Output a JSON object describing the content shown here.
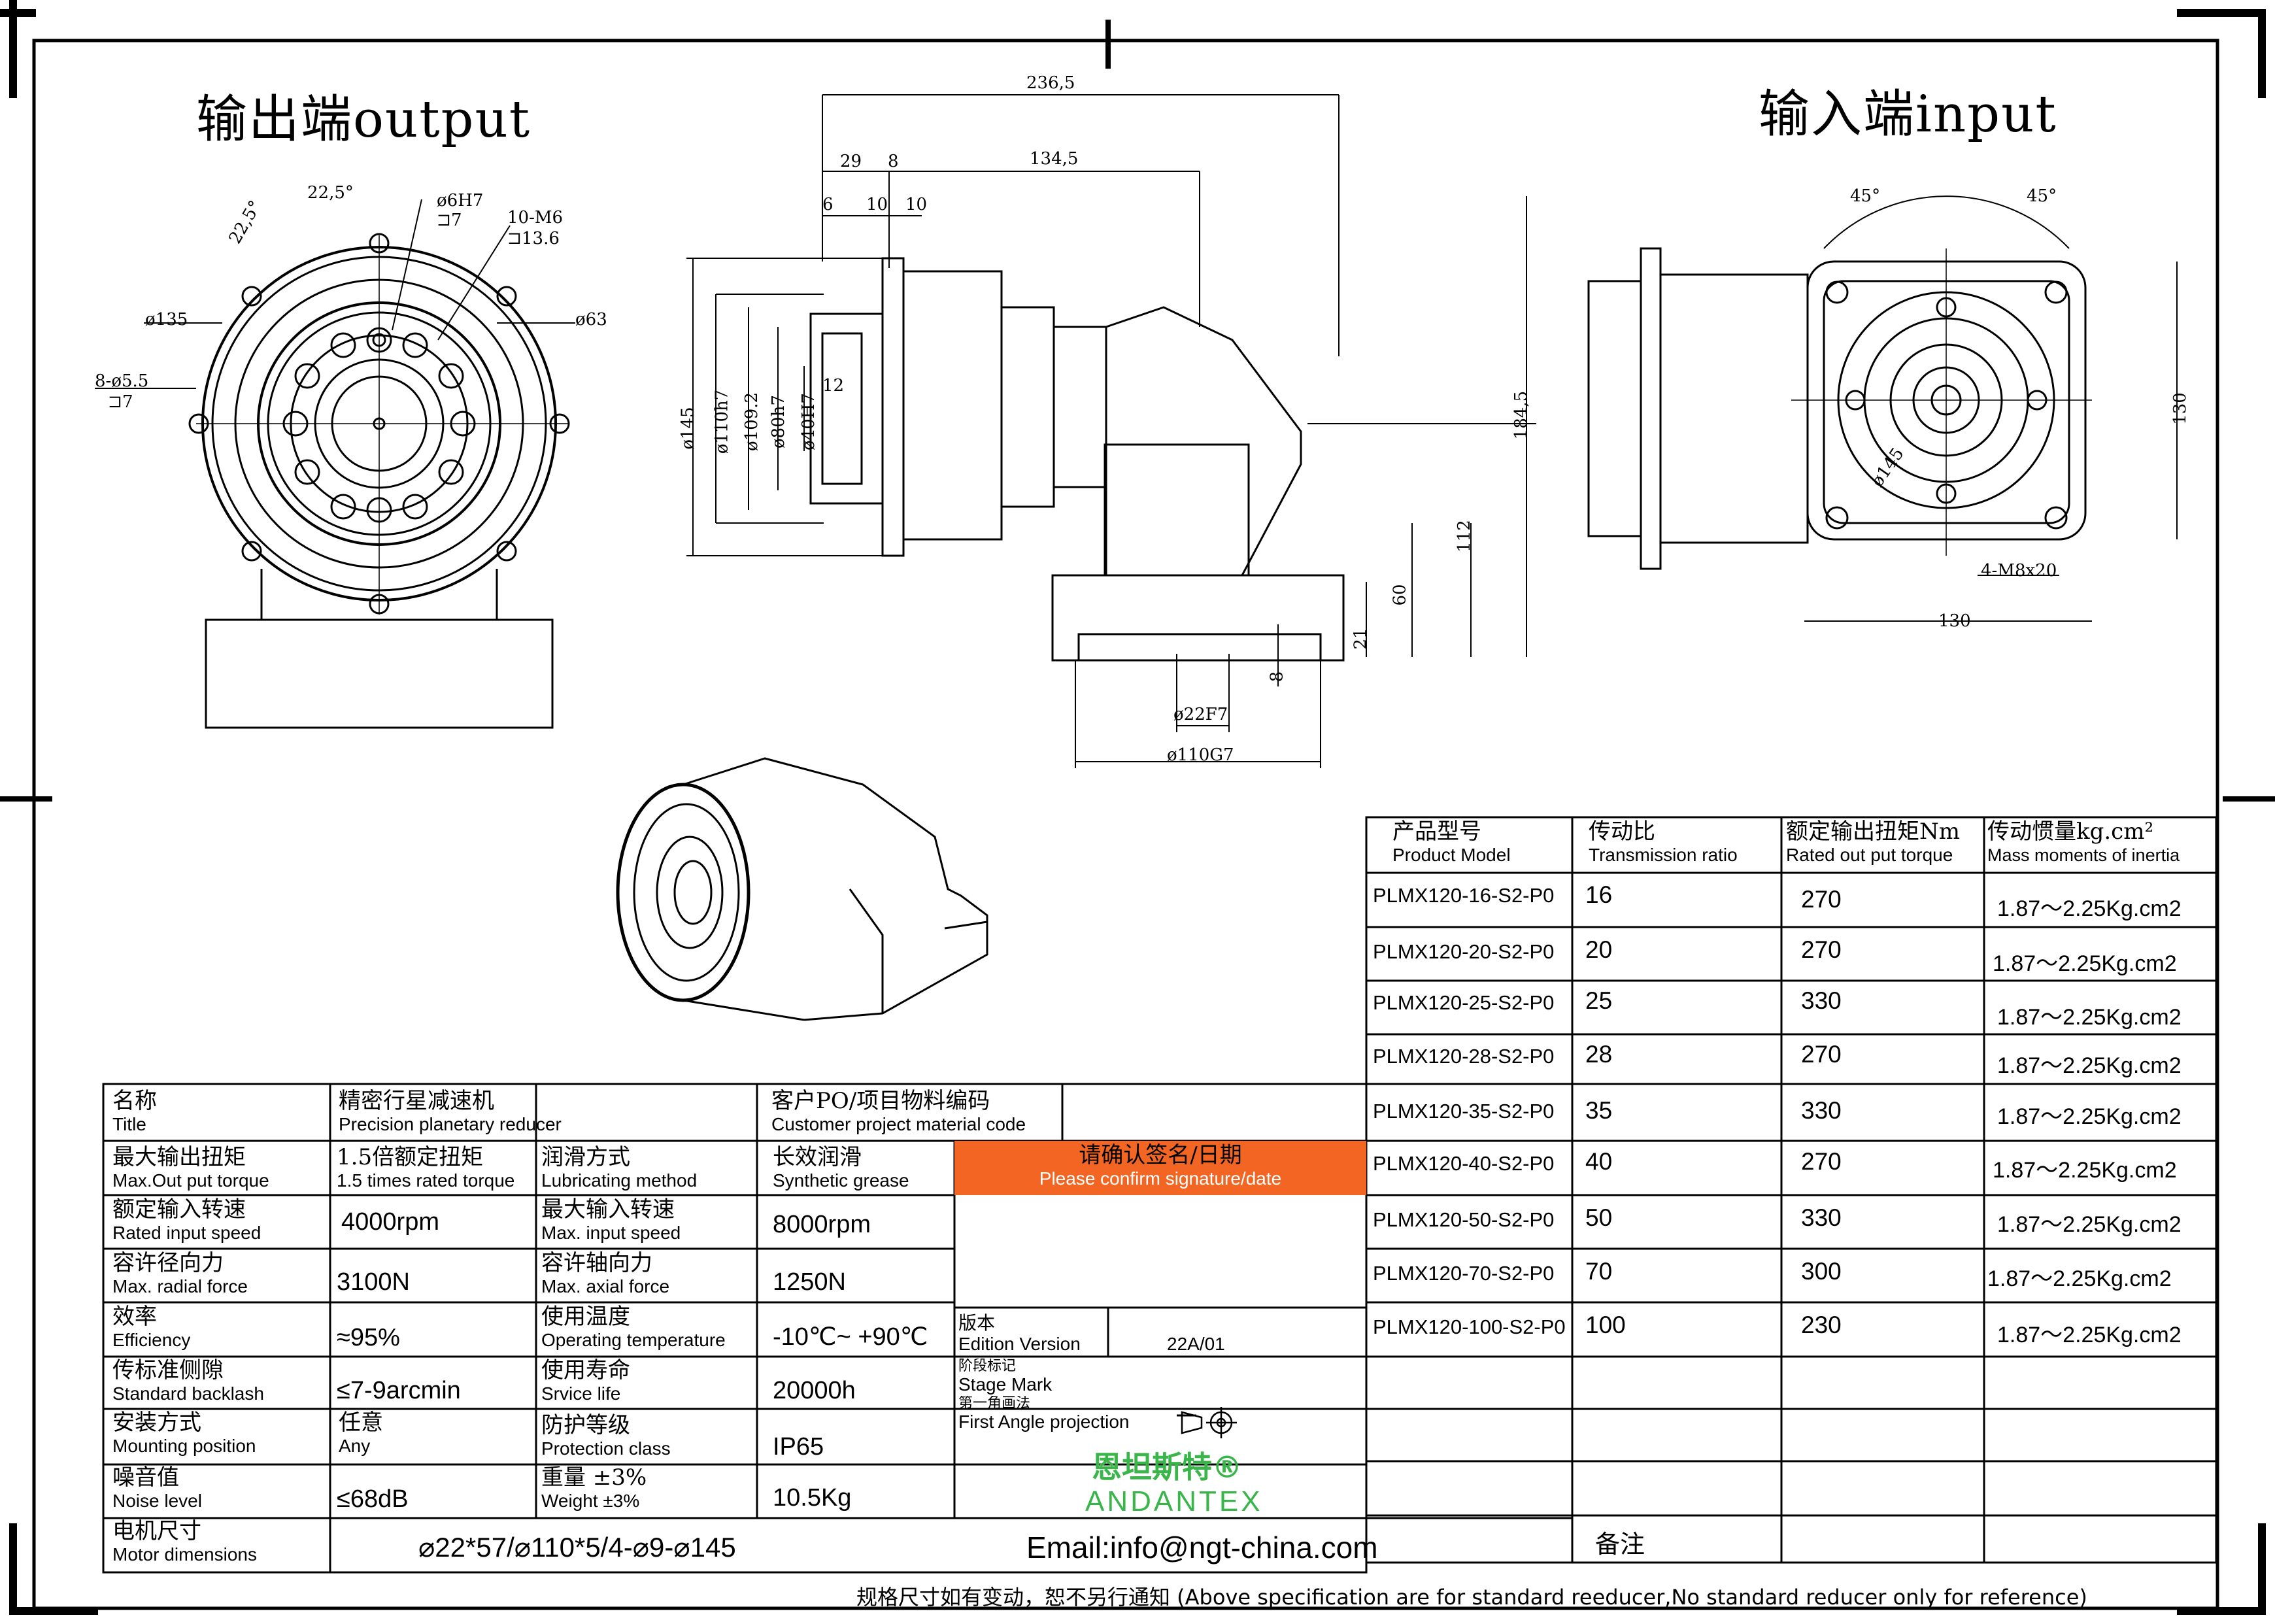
{
  "headers": {
    "output": "输出端output",
    "input": "输入端input"
  },
  "dimensions": {
    "total_length": "236,5",
    "d29": "29",
    "d8": "8",
    "d134": "134,5",
    "d6": "6",
    "d10a": "10",
    "d10b": "10",
    "d12": "12",
    "dia145_side": "ø145",
    "dia110h7": "ø110h7",
    "dia109": "ø109.2",
    "dia80h7": "ø80h7",
    "dia40h7": "ø40H7",
    "h184": "184,5",
    "h112": "112",
    "h60": "60",
    "h21": "21",
    "d8b": "8",
    "dia22f7": "ø22F7",
    "dia110g7": "ø110G7",
    "ang_a": "22,5°",
    "ang_b": "22,5°",
    "pin": "ø6H7",
    "pin_depth": "⊐7",
    "tap": "10-M6",
    "tap_depth": "⊐13.6",
    "dia135": "ø135",
    "dia63": "ø63",
    "holes": "8-ø5.5",
    "holes_depth": "⊐7",
    "angle45a": "45°",
    "angle45b": "45°",
    "sq130v": "130",
    "sq130h": "130",
    "dia145_in": "ø145",
    "m8": "4-M8x20"
  },
  "model_table": {
    "headers": [
      {
        "zh": "产品型号",
        "en": "Product Model"
      },
      {
        "zh": "传动比",
        "en": "Transmission ratio"
      },
      {
        "zh": "额定输出扭矩Nm",
        "en": "Rated out put torque"
      },
      {
        "zh": "传动惯量kg.cm²",
        "en": "Mass moments of inertia"
      }
    ],
    "rows": [
      {
        "model": "PLMX120-16-S2-P0",
        "ratio": "16",
        "torque": "270",
        "inertia": "1.87〜2.25Kg.cm2"
      },
      {
        "model": "PLMX120-20-S2-P0",
        "ratio": "20",
        "torque": "270",
        "inertia": "1.87〜2.25Kg.cm2"
      },
      {
        "model": "PLMX120-25-S2-P0",
        "ratio": "25",
        "torque": "330",
        "inertia": "1.87〜2.25Kg.cm2"
      },
      {
        "model": "PLMX120-28-S2-P0",
        "ratio": "28",
        "torque": "270",
        "inertia": "1.87〜2.25Kg.cm2"
      },
      {
        "model": "PLMX120-35-S2-P0",
        "ratio": "35",
        "torque": "330",
        "inertia": "1.87〜2.25Kg.cm2"
      },
      {
        "model": "PLMX120-40-S2-P0",
        "ratio": "40",
        "torque": "270",
        "inertia": "1.87〜2.25Kg.cm2"
      },
      {
        "model": "PLMX120-50-S2-P0",
        "ratio": "50",
        "torque": "330",
        "inertia": "1.87〜2.25Kg.cm2"
      },
      {
        "model": "PLMX120-70-S2-P0",
        "ratio": "70",
        "torque": "300",
        "inertia": "1.87〜2.25Kg.cm2"
      },
      {
        "model": "PLMX120-100-S2-P0",
        "ratio": "100",
        "torque": "230",
        "inertia": "1.87〜2.25Kg.cm2"
      }
    ]
  },
  "spec": {
    "title": {
      "zh": "名称",
      "en": "Title",
      "value_zh": "精密行星减速机",
      "value_en": "Precision planetary reducer"
    },
    "customer": {
      "zh": "客户PO/项目物料编码",
      "en": "Customer project material code"
    },
    "max_torque": {
      "zh": "最大输出扭矩",
      "en": "Max.Out put torque",
      "value_zh": "1.5倍额定扭矩",
      "value_en": "1.5 times rated torque"
    },
    "lubrication": {
      "zh": "润滑方式",
      "en": "Lubricating method",
      "value_zh": "长效润滑",
      "value_en": "Synthetic grease"
    },
    "confirm": {
      "zh": "请确认签名/日期",
      "en": "Please confirm signature/date"
    },
    "rated_speed": {
      "zh": "额定输入转速",
      "en": "Rated input speed",
      "value": "4000rpm"
    },
    "max_speed": {
      "zh": "最大输入转速",
      "en": "Max. input speed",
      "value": "8000rpm"
    },
    "radial": {
      "zh": "容许径向力",
      "en": "Max. radial force",
      "value": "3100N"
    },
    "axial": {
      "zh": "容许轴向力",
      "en": "Max. axial force",
      "value": "1250N"
    },
    "efficiency": {
      "zh": "效率",
      "en": "Efficiency",
      "value": "≈95%"
    },
    "temperature": {
      "zh": "使用温度",
      "en": "Operating temperature",
      "value": "-10℃~ +90℃"
    },
    "backlash": {
      "zh": "传标准侧隙",
      "en": "Standard backlash",
      "value": "≤7-9arcmin"
    },
    "life": {
      "zh": "使用寿命",
      "en": "Srvice life",
      "value": "20000h"
    },
    "mounting": {
      "zh": "安装方式",
      "en": "Mounting position",
      "value_zh": "任意",
      "value_en": "Any"
    },
    "protection": {
      "zh": "防护等级",
      "en": "Protection class",
      "value": "IP65"
    },
    "noise": {
      "zh": "噪音值",
      "en": "Noise level",
      "value": "≤68dB"
    },
    "weight": {
      "zh": "重量 ±3%",
      "en": "Weight ±3%",
      "value": "10.5Kg"
    },
    "motor": {
      "zh": "电机尺寸",
      "en": "Motor dimensions",
      "value": "⌀22*57/⌀110*5/4-⌀9-⌀145"
    },
    "edition": {
      "zh": "版本",
      "en": "Edition Version",
      "value": "22A/01"
    },
    "stage": {
      "zh": "阶段标记",
      "en": "Stage Mark"
    },
    "angle": {
      "zh": "第一角画法",
      "en": "First Angle projection"
    },
    "brand_zh": "恩坦斯特®",
    "brand_en": "ANDANTEX",
    "email": "Email:info@ngt-china.com",
    "remark": "备注"
  },
  "footer": "规格尺寸如有变动，恕不另行通知  (Above specification are for standard reeducer,No standard reducer only for reference)"
}
